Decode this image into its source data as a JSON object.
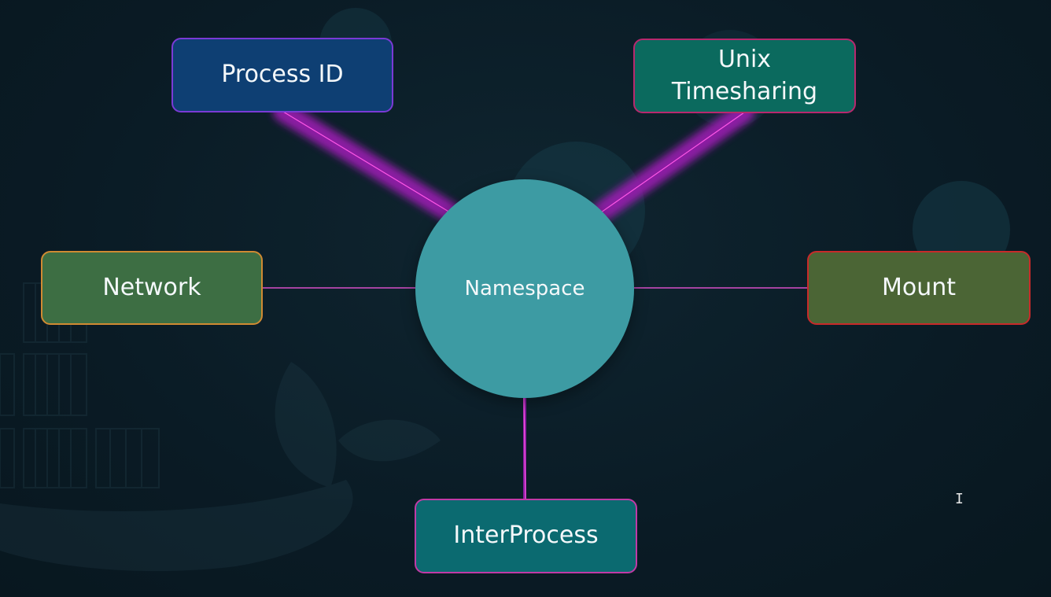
{
  "diagram": {
    "center": {
      "label": "Namespace"
    },
    "nodes": [
      {
        "id": "process-id",
        "label": "Process ID",
        "fill": "#0e3f73",
        "border": "#7a3ad6"
      },
      {
        "id": "unix-timesharing",
        "label": "Unix Timesharing",
        "fill": "#0b6a5e",
        "border": "#b8286e"
      },
      {
        "id": "network",
        "label": "Network",
        "fill": "#3d6e43",
        "border": "#d08a32"
      },
      {
        "id": "mount",
        "label": "Mount",
        "fill": "#4b6535",
        "border": "#c82a2a"
      },
      {
        "id": "interprocess",
        "label": "InterProcess",
        "fill": "#0b6a70",
        "border": "#c13aa6"
      }
    ],
    "link_color": "#a020b8",
    "link_core_color": "#ff5ee8"
  },
  "colors": {
    "background": "#0b1d27",
    "center_fill": "#3d9ba3"
  },
  "icons": {
    "cursor": "text-cursor-icon"
  }
}
